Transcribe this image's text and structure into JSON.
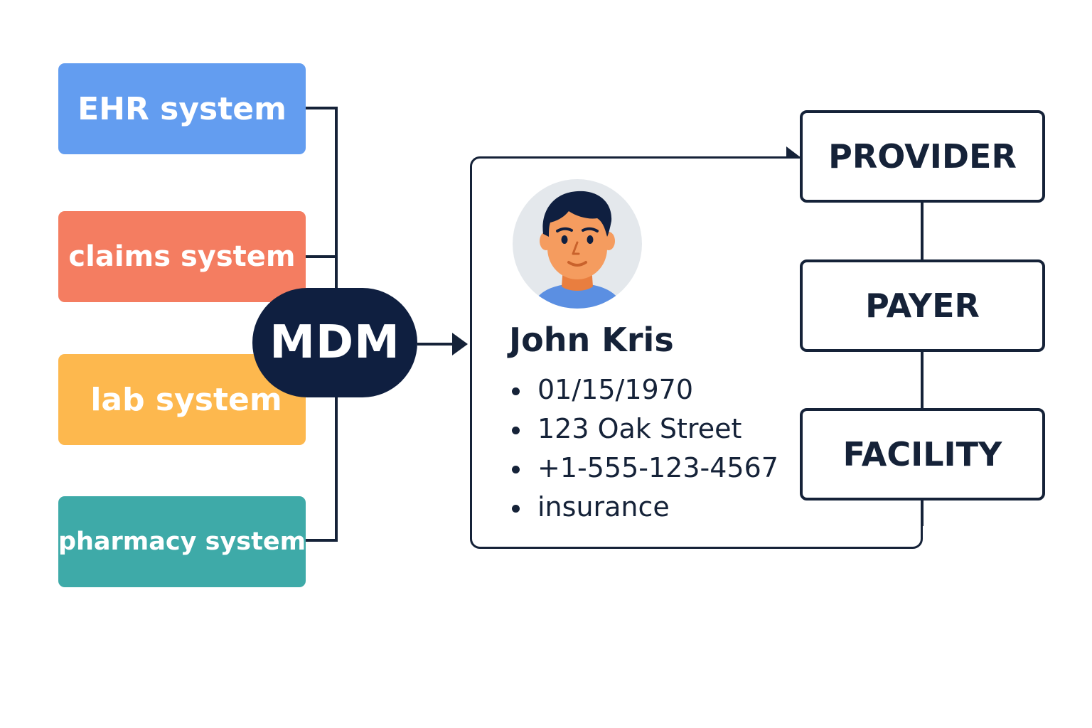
{
  "sources": [
    {
      "label": "EHR system",
      "color": "#639df0"
    },
    {
      "label": "claims system",
      "color": "#f47d61"
    },
    {
      "label": "lab system",
      "color": "#fdb84e"
    },
    {
      "label": "pharmacy system",
      "color": "#3eaaa8"
    }
  ],
  "hub": {
    "label": "MDM",
    "color": "#0f1f40"
  },
  "record": {
    "name": "John Kris",
    "attributes": [
      "01/15/1970",
      "123 Oak Street",
      "+1-555-123-4567",
      "insurance"
    ]
  },
  "entities": [
    {
      "label": "PROVIDER"
    },
    {
      "label": "PAYER"
    },
    {
      "label": "FACILITY"
    }
  ],
  "colors": {
    "ink": "#152238",
    "avatar_bg": "#e4e8ec",
    "skin": "#f59c5f",
    "hair": "#0f1f40",
    "shirt": "#5b8fe2"
  },
  "icons": {
    "avatar": "person-avatar-icon",
    "arrow": "arrow-right-icon"
  }
}
